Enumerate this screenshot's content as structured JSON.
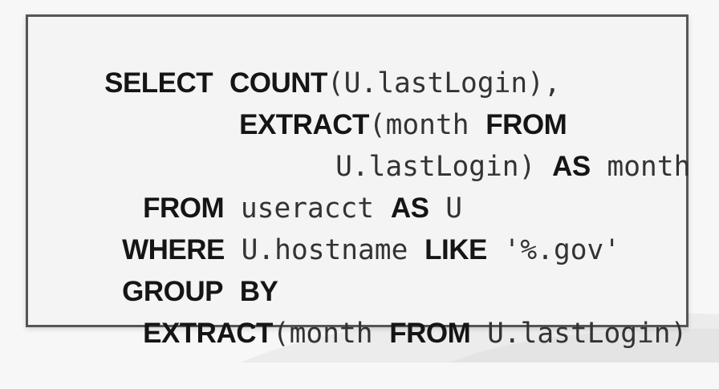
{
  "colors": {
    "background": "#f7f7f7",
    "box_background": "#f4f4f4",
    "box_border": "#555555",
    "keyword": "#151515",
    "text": "#333333"
  },
  "sql": {
    "lines": [
      [
        {
          "k": true,
          "t": "SELECT"
        },
        {
          "k": false,
          "t": " "
        },
        {
          "k": true,
          "t": "COUNT"
        },
        {
          "k": false,
          "t": "(U.lastLogin),"
        }
      ],
      [
        {
          "k": true,
          "t": "EXTRACT"
        },
        {
          "k": false,
          "t": "(month "
        },
        {
          "k": true,
          "t": "FROM"
        }
      ],
      [
        {
          "k": false,
          "t": "U.lastLogin) "
        },
        {
          "k": true,
          "t": "AS"
        },
        {
          "k": false,
          "t": " month"
        }
      ],
      [
        {
          "k": true,
          "t": "FROM"
        },
        {
          "k": false,
          "t": " useracct "
        },
        {
          "k": true,
          "t": "AS"
        },
        {
          "k": false,
          "t": " U"
        }
      ],
      [
        {
          "k": true,
          "t": "WHERE"
        },
        {
          "k": false,
          "t": " U.hostname "
        },
        {
          "k": true,
          "t": "LIKE"
        },
        {
          "k": false,
          "t": " '%.gov'"
        }
      ],
      [
        {
          "k": true,
          "t": "GROUP"
        },
        {
          "k": false,
          "t": " "
        },
        {
          "k": true,
          "t": "BY"
        }
      ],
      [
        {
          "k": true,
          "t": "EXTRACT"
        },
        {
          "k": false,
          "t": "(month "
        },
        {
          "k": true,
          "t": "FROM"
        },
        {
          "k": false,
          "t": " U.lastLogin)"
        }
      ]
    ]
  }
}
